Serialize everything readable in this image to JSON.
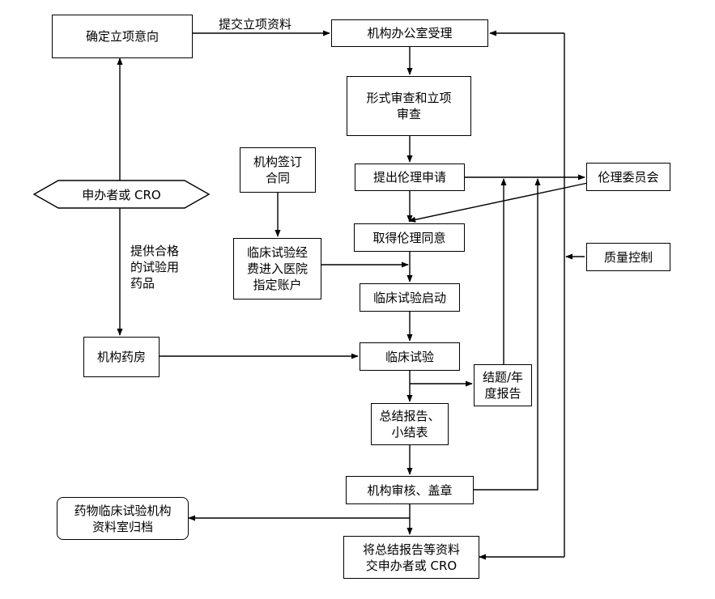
{
  "nodes": {
    "confirm_intent": "确定立项意向",
    "office_accept": "机构办公室受理",
    "formal_review": "形式审查和立项\n审查",
    "sign_contract": "机构签订\n合同",
    "ethics_apply": "提出伦理申请",
    "ethics_committee": "伦理委员会",
    "sponsor_cro": "申办者或 CRO",
    "ethics_approval": "取得伦理同意",
    "fee_account": "临床试验经\n费进入医院\n指定账户",
    "quality_control": "质量控制",
    "trial_start": "临床试验启动",
    "pharmacy": "机构药房",
    "clinical_trial": "临床试验",
    "annual_report": "结题/年\n度报告",
    "summary_report": "总结报告、\n小结表",
    "institution_review": "机构审核、盖章",
    "archive": "药物临床试验机构\n资料室归档",
    "deliver_report": "将总结报告等资料\n交申办者或 CRO"
  },
  "edge_labels": {
    "submit_docs": "提交立项资料",
    "provide_drugs": "提供合格\n的试验用\n药品"
  }
}
